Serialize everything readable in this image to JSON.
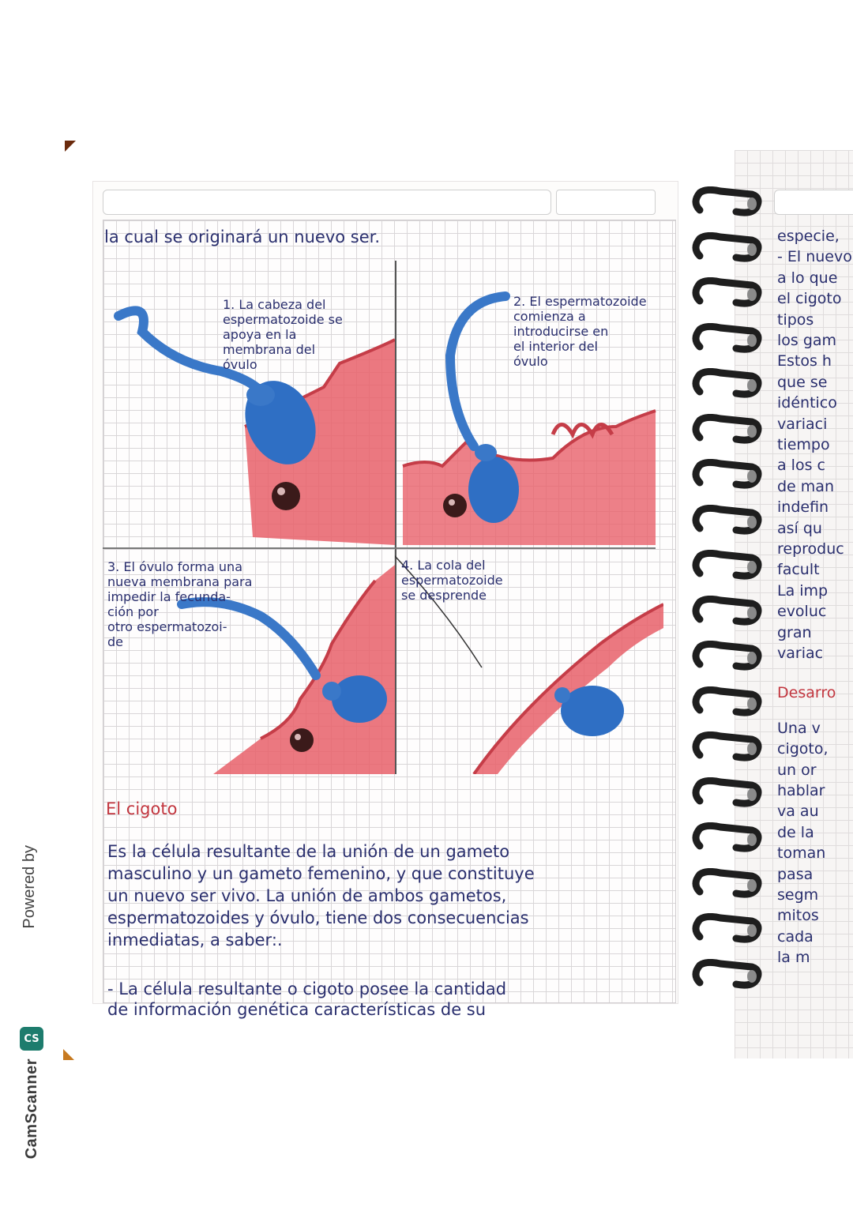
{
  "scanner": {
    "powered_by": "Powered by",
    "logo": "CS",
    "brand": "CamScanner"
  },
  "text": {
    "intro": "la cual se originará un nuevo ser.",
    "step1": "1. La cabeza del\nespermatozoide se\napoya en la\nmembrana del\nóvulo",
    "step2": "2. El espermatozoide\ncomienza a\nintroducirse en\nel interior del\nóvulo",
    "step3": "3. El óvulo forma una\nnueva membrana para\nimpedir la fecunda-\nción por\notro espermatozoi-\nde",
    "step4": "4. La cola del\nespermatozoide\nse desprende",
    "heading": "El cigoto",
    "para": [
      "Es la célula resultante de la unión de un gameto",
      "masculino y un gameto femenino, y que constituye",
      "un nuevo ser vivo. La unión de ambos gametos,",
      "espermatozoides y óvulo, tiene dos consecuencias",
      "inmediatas, a saber:."
    ],
    "bullet": [
      "- La célula resultante o cigoto posee la cantidad",
      "de información genética características de su"
    ]
  },
  "right_page": [
    "especie,",
    "- El nuevo",
    "a lo que",
    "el cigoto",
    "tipos",
    "los gam",
    "Estos h",
    "que se",
    "idéntico",
    "variaci",
    "tiempo",
    "a los c",
    "de man",
    "indefin",
    "así qu",
    "reproduc",
    "facult",
    "La imp",
    "evoluc",
    "gran",
    "variac",
    "Desarro",
    "Una v",
    "cigoto,",
    "un or",
    "hablar",
    "va au",
    "de la",
    "toman",
    "pasa",
    "segm",
    "mitos",
    "cada",
    "la m"
  ],
  "colors": {
    "ink": "#2a2f6e",
    "red_heading": "#c2363f",
    "sperm_blue": "#3a78c8",
    "ovum_pink": "#e8606a"
  }
}
